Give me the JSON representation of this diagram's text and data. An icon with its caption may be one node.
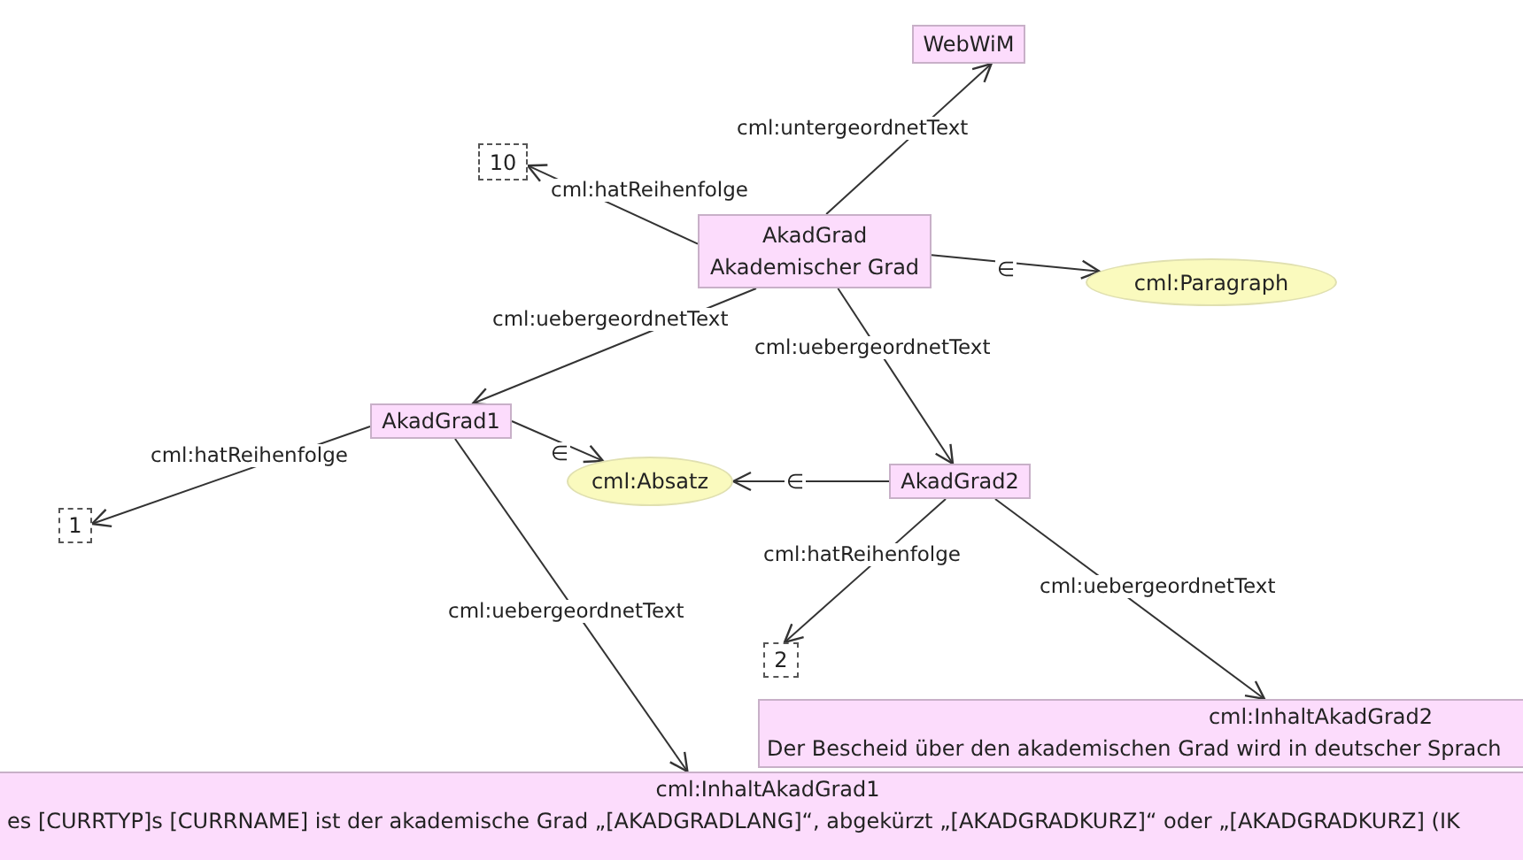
{
  "diagram": {
    "nodes": [
      {
        "text": [
          "WebWiM"
        ]
      },
      {
        "text": [
          "10"
        ]
      },
      {
        "text": [
          "AkadGrad",
          "Akademischer Grad"
        ]
      },
      {
        "text": [
          "cml:Paragraph"
        ]
      },
      {
        "text": [
          "AkadGrad1"
        ]
      },
      {
        "text": [
          "cml:Absatz"
        ]
      },
      {
        "text": [
          "AkadGrad2"
        ]
      },
      {
        "text": [
          "1"
        ]
      },
      {
        "text": [
          "2"
        ]
      },
      {
        "text": [
          "cml:InhaltAkadGrad2",
          "Der Bescheid über den akademischen Grad wird in deutscher Sprach"
        ]
      },
      {
        "text": [
          "cml:InhaltAkadGrad1",
          "es [CURRTYP]s [CURRNAME] ist der akademische Grad „[AKADGRADLANG]“, abgekürzt „[AKADGRADKURZ]“ oder „[AKADGRADKURZ] (IK"
        ]
      }
    ],
    "edges": [
      {
        "from": 2,
        "to": 0,
        "arrow": "to",
        "label": "cml:untergeordnetText"
      },
      {
        "from": 2,
        "to": 1,
        "arrow": "to",
        "label": "cml:hatReihenfolge"
      },
      {
        "from": 2,
        "to": 3,
        "arrow": "to",
        "label": "∈"
      },
      {
        "from": 2,
        "to": 4,
        "arrow": "to",
        "label": "cml:uebergeordnetText"
      },
      {
        "from": 2,
        "to": 6,
        "arrow": "to",
        "label": "cml:uebergeordnetText"
      },
      {
        "from": 4,
        "to": 7,
        "arrow": "to",
        "label": "cml:hatReihenfolge"
      },
      {
        "from": 4,
        "to": 5,
        "arrow": "to",
        "label": "∈"
      },
      {
        "from": 6,
        "to": 5,
        "arrow": "to",
        "label": "∈"
      },
      {
        "from": 6,
        "to": 8,
        "arrow": "to",
        "label": "cml:hatReihenfolge"
      },
      {
        "from": 6,
        "to": 9,
        "arrow": "to",
        "label": "cml:uebergeordnetText"
      },
      {
        "from": 4,
        "to": 10,
        "arrow": "to",
        "label": "cml:uebergeordnetText"
      }
    ]
  }
}
